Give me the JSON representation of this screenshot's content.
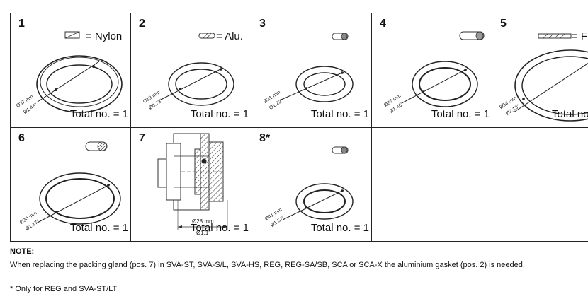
{
  "cells": [
    {
      "num": "1",
      "legend": "= Nylon",
      "total": "Total no. = 1",
      "d1": "Ø37 mm",
      "d2": "Ø1.46\""
    },
    {
      "num": "2",
      "legend": "= Alu.",
      "total": "Total no. = 1",
      "d1": "Ø19 mm",
      "d2": "Ø0.73\""
    },
    {
      "num": "3",
      "total": "Total no. = 1",
      "d1": "Ø31 mm",
      "d2": "Ø1.22\""
    },
    {
      "num": "4",
      "total": "Total no. = 1",
      "d1": "Ø37 mm",
      "d2": "Ø1.46\""
    },
    {
      "num": "5",
      "legend": "= F",
      "total": "Total no.",
      "d1": "Ø54 mm",
      "d2": "Ø2.13\""
    },
    {
      "num": "6",
      "total": "Total no. = 1",
      "d1": "Ø30 mm",
      "d2": "Ø1.17\""
    },
    {
      "num": "7",
      "total": "Total no. = 1",
      "d1": "Ø28 mm",
      "d2": "Ø1.1\""
    },
    {
      "num": "8*",
      "total": "Total no. = 1",
      "d1": "Ø41 mm",
      "d2": "Ø1.57\""
    }
  ],
  "note": {
    "heading": "NOTE:",
    "text": "When replacing the packing gland (pos. 7) in SVA-ST, SVA-S/L, SVA-HS, REG, REG-SA/SB, SCA or SCA-X the aluminium gasket (pos. 2) is needed."
  },
  "footnote": "* Only for REG and SVA-ST/LT"
}
